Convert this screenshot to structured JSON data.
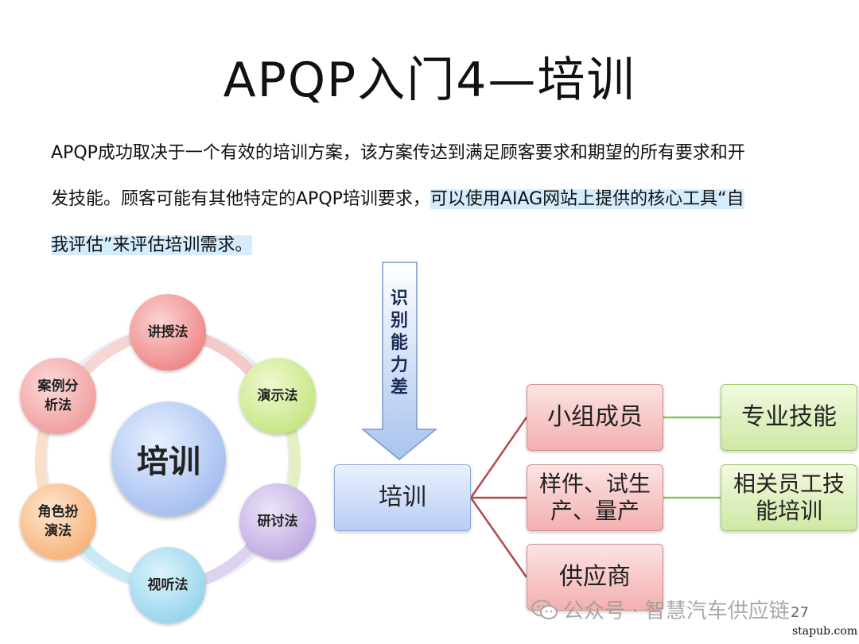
{
  "title": "APQP入门4—培训",
  "paragraph": {
    "line1": "APQP成功取决于一个有效的培训方案，该方案传达到满足顾客要求和期望的所有要求和开",
    "line2_plain": "发技能。顾客可能有其他特定的APQP培训要求，",
    "line2_highlight": "可以使用AIAG网站上提供的核心工具“自",
    "line3_highlight": "我评估”来评估培训需求。"
  },
  "cycle": {
    "center": "培训",
    "methods": [
      "讲授法",
      "演示法",
      "研讨法",
      "视听法",
      "角色扮\n演法",
      "案例分\n析法"
    ]
  },
  "arrow_label": "识别能力差",
  "tree": {
    "root": "培训",
    "branches": [
      "小组成员",
      "样件、试生\n产、量产",
      "供应商"
    ],
    "leaves": [
      "专业技能",
      "相关员工技\n能培训"
    ]
  },
  "watermark": "公众号 · 智慧汽车供应链",
  "page_number": "27",
  "site": "stapub.com",
  "colors": {
    "highlight": "#d4ecfb",
    "red_box": "#f3b0b0",
    "green_box": "#cfe8a4",
    "blue_box": "#b9cdf3",
    "red_line": "#b5474a",
    "green_line": "#8fc35a"
  }
}
